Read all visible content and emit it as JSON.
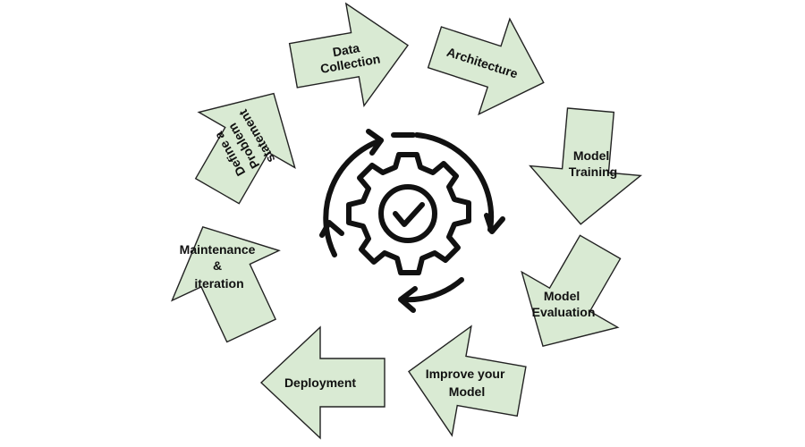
{
  "steps": [
    {
      "id": "data-collection",
      "lines": [
        "Data",
        "Collection"
      ]
    },
    {
      "id": "architecture",
      "lines": [
        "Architecture"
      ]
    },
    {
      "id": "model-training",
      "lines": [
        "Model",
        "Training"
      ]
    },
    {
      "id": "model-evaluation",
      "lines": [
        "Model",
        "Evaluation"
      ]
    },
    {
      "id": "improve-model",
      "lines": [
        "Improve your",
        "Model"
      ]
    },
    {
      "id": "deployment",
      "lines": [
        "Deployment"
      ]
    },
    {
      "id": "maintenance",
      "lines": [
        "Maintenance",
        "&",
        "iteration"
      ]
    },
    {
      "id": "define-problem",
      "lines": [
        "Define a",
        "Problem",
        "statement"
      ]
    }
  ],
  "colors": {
    "arrow_fill": "#d9ead3",
    "arrow_stroke": "#222222",
    "icon": "#111111"
  },
  "center_icon": "gear-check-cycle-icon"
}
